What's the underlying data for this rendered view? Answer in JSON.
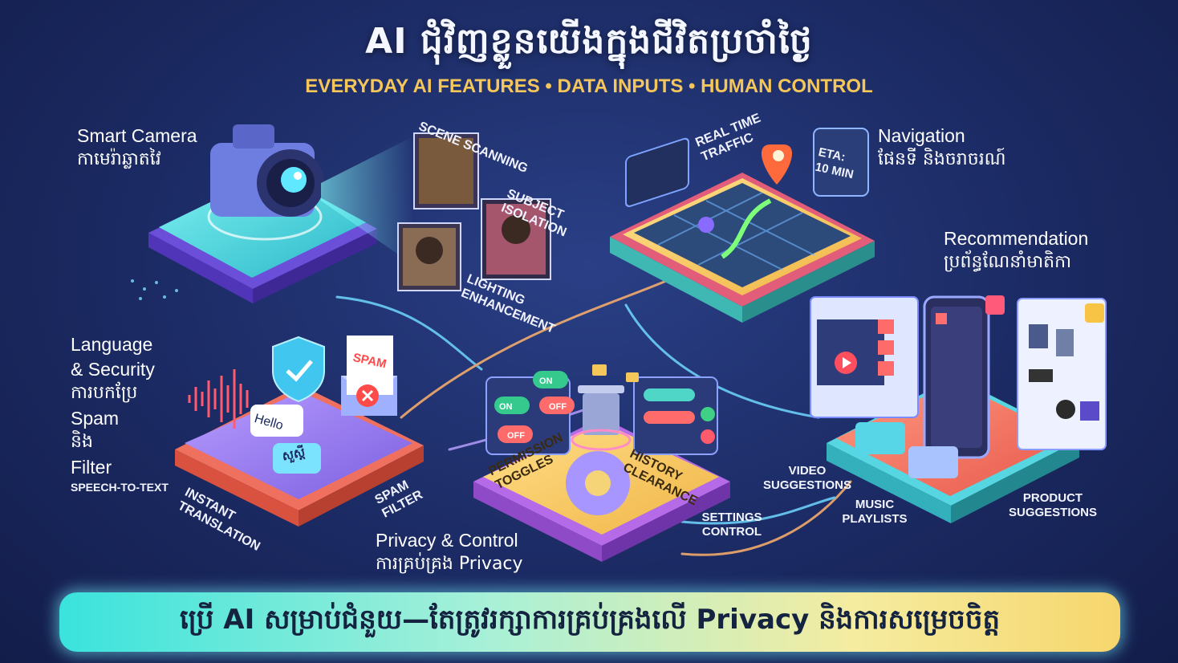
{
  "header": {
    "title": "AI ជុំវិញខ្លួនយើងក្នុងជីវិតប្រចាំថ្ងៃ",
    "subtitle": "EVERYDAY AI FEATURES • DATA INPUTS • HUMAN CONTROL"
  },
  "sections": {
    "camera": {
      "title_en": "Smart Camera",
      "title_km": "កាមេរ៉ាឆ្លាតវៃ",
      "features": [
        "SCENE SCANNING",
        "SUBJECT\nISOLATION",
        "LIGHTING\nENHANCEMENT"
      ]
    },
    "navigation": {
      "title_en": "Navigation",
      "title_km": "ផែនទី និងចរាចរណ៍",
      "traffic": "REAL TIME\nTRAFFIC",
      "eta": "ETA:\n10 MIN"
    },
    "recommendation": {
      "title_en": "Recommendation",
      "title_km": "ប្រព័ន្ធណែនាំមាតិកា",
      "video": "VIDEO\nSUGGESTIONS",
      "music": "MUSIC\nPLAYLISTS",
      "product": "PRODUCT\nSUGGESTIONS"
    },
    "language": {
      "title_lines": [
        "Language",
        "& Security",
        "ការបកប្រែ",
        "Spam",
        "និង",
        "Filter"
      ],
      "speech": "SPEECH-TO-TEXT",
      "translation": "INSTANT\nTRANSLATION",
      "spam_filter": "SPAM\nFILTER",
      "spam_tag": "SPAM",
      "bubble_hello": "Hello",
      "bubble_km": "សួស្តី"
    },
    "privacy": {
      "title_en": "Privacy & Control",
      "title_km": "ការគ្រប់គ្រង Privacy",
      "permission": "PERMISSION\nTOGGLES",
      "history": "HISTORY\nCLEARANCE",
      "settings": "SETTINGS\nCONTROL",
      "toggle_on": "ON",
      "toggle_off": "OFF"
    }
  },
  "banner": {
    "text": "ប្រើ AI សម្រាប់ជំនួយ—តែត្រូវរក្សាការគ្រប់គ្រងលើ Privacy និងការសម្រេចចិត្ត"
  },
  "colors": {
    "background": "#1b2a63",
    "accent_cyan": "#3fe6e0",
    "accent_gold": "#f5c65a",
    "accent_purple": "#9b7bf0",
    "accent_coral": "#f2705f"
  }
}
